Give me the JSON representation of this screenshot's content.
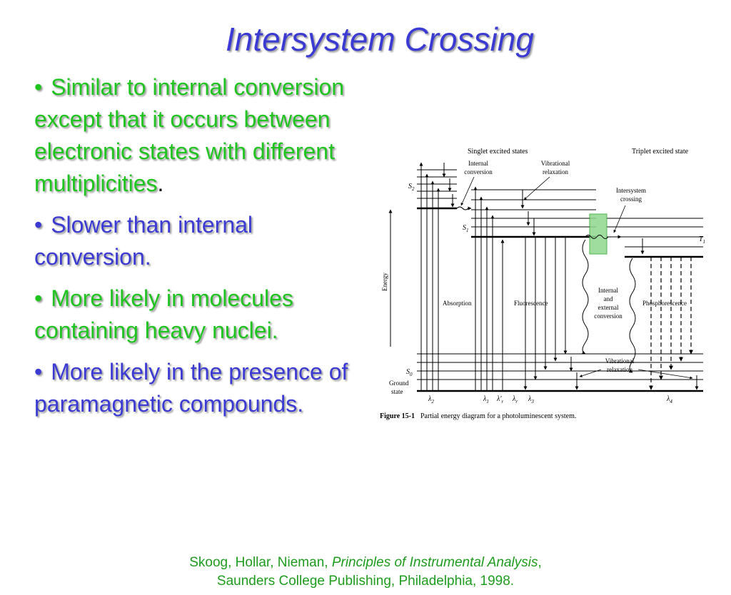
{
  "slide": {
    "title": "Intersystem Crossing",
    "bullets": [
      {
        "dot": "•",
        "text": "Similar to internal conversion except that it occurs between electronic states with different multiplicities",
        "tail": "."
      },
      {
        "dot": "•",
        "text": "Slower than internal conversion."
      },
      {
        "dot": "•",
        "text": "More likely in molecules containing heavy nuclei."
      },
      {
        "dot": "•",
        "text": "More likely in the presence of paramagnetic compounds."
      }
    ],
    "colors": {
      "title": "#3b3bd4",
      "green": "#1fc41f",
      "blue": "#3b3bd4",
      "citation": "#1e9c1e",
      "highlight": "#8fd88f"
    }
  },
  "diagram": {
    "header_singlet": "Singlet excited states",
    "header_triplet": "Triplet excited state",
    "label_internal_1": "Internal",
    "label_internal_2": "conversion",
    "label_vib_1": "Vibrational",
    "label_vib_2": "relaxation",
    "label_isc_1": "Intersystem",
    "label_isc_2": "crossing",
    "label_s2": "S",
    "label_s2_sub": "2",
    "label_s1": "S",
    "label_s1_sub": "1",
    "label_t1": "T",
    "label_t1_sub": "1",
    "label_s0": "S",
    "label_s0_sub": "0",
    "label_ground_1": "Ground",
    "label_ground_2": "state",
    "label_energy": "Energy",
    "label_absorption": "Absorption",
    "label_fluorescence": "Fluorescence",
    "label_iec_1": "Internal",
    "label_iec_2": "and",
    "label_iec_3": "external",
    "label_iec_4": "conversion",
    "label_phosphorescence": "Phosphorescence",
    "label_vib2_1": "Vibrational",
    "label_vib2_2": "relaxation",
    "lambda_2": "λ",
    "lambda_2_sub": "2",
    "lambda_1": "λ",
    "lambda_1_sub": "1",
    "lambda_1p": "λ′",
    "lambda_1p_sub": "r",
    "lambda_r": "λ",
    "lambda_r_sub": "r",
    "lambda_3": "λ",
    "lambda_3_sub": "3",
    "lambda_4": "λ",
    "lambda_4_sub": "4",
    "caption_bold": "Figure 15-1",
    "caption_text": "Partial energy diagram for a photoluminescent system."
  },
  "citation": {
    "authors": "Skoog, Hollar, Nieman, ",
    "book": "Principles of Instrumental Analysis",
    "comma": ",",
    "line2": "Saunders College Publishing, Philadelphia, 1998."
  }
}
